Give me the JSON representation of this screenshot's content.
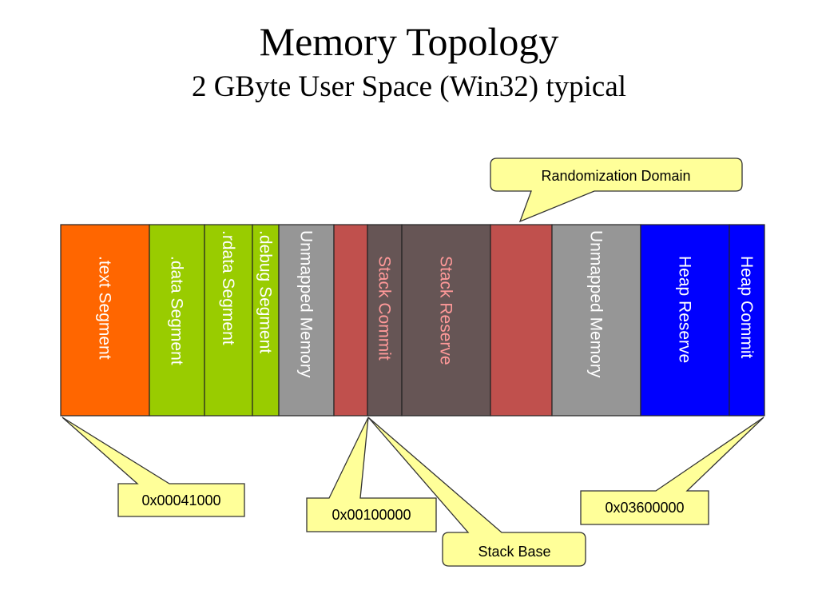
{
  "title": "Memory Topology",
  "subtitle": "2 GByte User Space (Win32) typical",
  "colors": {
    "orange": "#ff6600",
    "green": "#99cc00",
    "gray": "#969696",
    "red": "#c0504d",
    "dark": "#665555",
    "blue": "#0000ff",
    "callout_fill": "#ffff99",
    "pink_text": "#ff9999"
  },
  "segments": [
    {
      "label": ".text Segment",
      "color": "#ff6600",
      "text_color": "#ffffff"
    },
    {
      "label": ".data Segment",
      "color": "#99cc00",
      "text_color": "#ffffff"
    },
    {
      "label": ".rdata Segment",
      "color": "#99cc00",
      "text_color": "#ffffff"
    },
    {
      "label": ".debug Segment",
      "color": "#99cc00",
      "text_color": "#ffffff"
    },
    {
      "label": "Unmapped Memory",
      "color": "#969696",
      "text_color": "#ffffff"
    },
    {
      "label": "",
      "color": "#c0504d",
      "text_color": "#ffffff"
    },
    {
      "label": "Stack Commit",
      "color": "#665555",
      "text_color": "#ff9999"
    },
    {
      "label": "Stack Reserve",
      "color": "#665555",
      "text_color": "#ff9999"
    },
    {
      "label": "",
      "color": "#c0504d",
      "text_color": "#ffffff"
    },
    {
      "label": "Unmapped Memory",
      "color": "#969696",
      "text_color": "#ffffff"
    },
    {
      "label": "Heap Reserve",
      "color": "#0000ff",
      "text_color": "#ffffff"
    },
    {
      "label": "Heap Commit",
      "color": "#0000ff",
      "text_color": "#ffffff"
    }
  ],
  "callouts": {
    "randomization": "Randomization Domain",
    "text_start": "0x00041000",
    "stack_addr": "0x00100000",
    "stack_base": "Stack Base",
    "heap_addr": "0x03600000"
  }
}
